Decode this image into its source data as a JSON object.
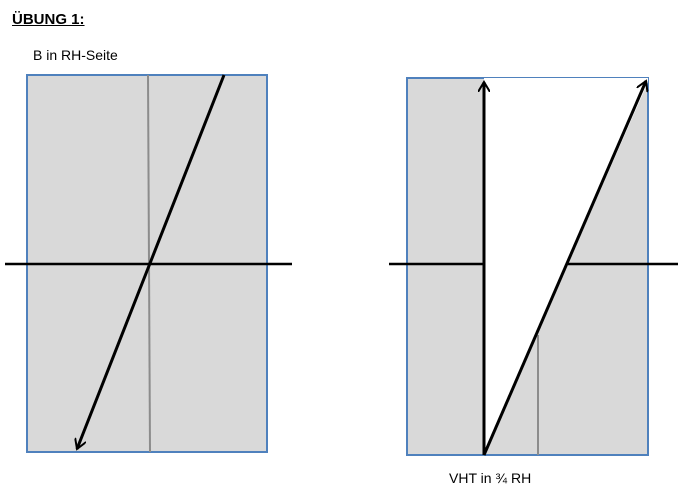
{
  "heading": "ÜBUNG 1:",
  "diagrams": {
    "left": {
      "caption": "B in RH-Seite"
    },
    "right": {
      "caption": "VHT in ¾ RH"
    }
  },
  "colors": {
    "panel_fill": "#d9d9d9",
    "panel_border": "#4f81bd",
    "axis_line": "#000000",
    "arrow_line": "#000000",
    "guide_line": "#8c8c8c",
    "cutout_fill": "#ffffff"
  }
}
